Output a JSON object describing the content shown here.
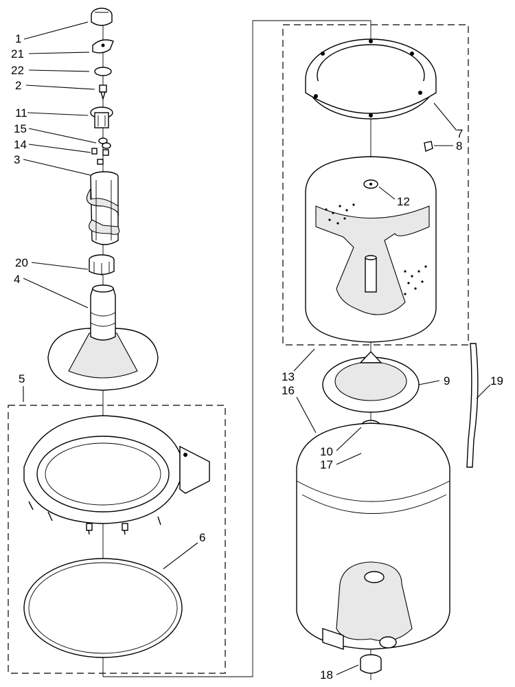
{
  "callouts": [
    {
      "id": "c1",
      "label": "1"
    },
    {
      "id": "c21",
      "label": "21"
    },
    {
      "id": "c22",
      "label": "22"
    },
    {
      "id": "c2",
      "label": "2"
    },
    {
      "id": "c11",
      "label": "11"
    },
    {
      "id": "c15",
      "label": "15"
    },
    {
      "id": "c14",
      "label": "14"
    },
    {
      "id": "c3",
      "label": "3"
    },
    {
      "id": "c20",
      "label": "20"
    },
    {
      "id": "c4",
      "label": "4"
    },
    {
      "id": "c5",
      "label": "5"
    },
    {
      "id": "c6",
      "label": "6"
    },
    {
      "id": "c7",
      "label": "7"
    },
    {
      "id": "c8",
      "label": "8"
    },
    {
      "id": "c12",
      "label": "12"
    },
    {
      "id": "c13",
      "label": "13"
    },
    {
      "id": "c16",
      "label": "16"
    },
    {
      "id": "c9",
      "label": "9"
    },
    {
      "id": "c19",
      "label": "19"
    },
    {
      "id": "c10",
      "label": "10"
    },
    {
      "id": "c17",
      "label": "17"
    },
    {
      "id": "c18",
      "label": "18"
    }
  ],
  "colors": {
    "ink": "#000000",
    "paper": "#ffffff"
  }
}
